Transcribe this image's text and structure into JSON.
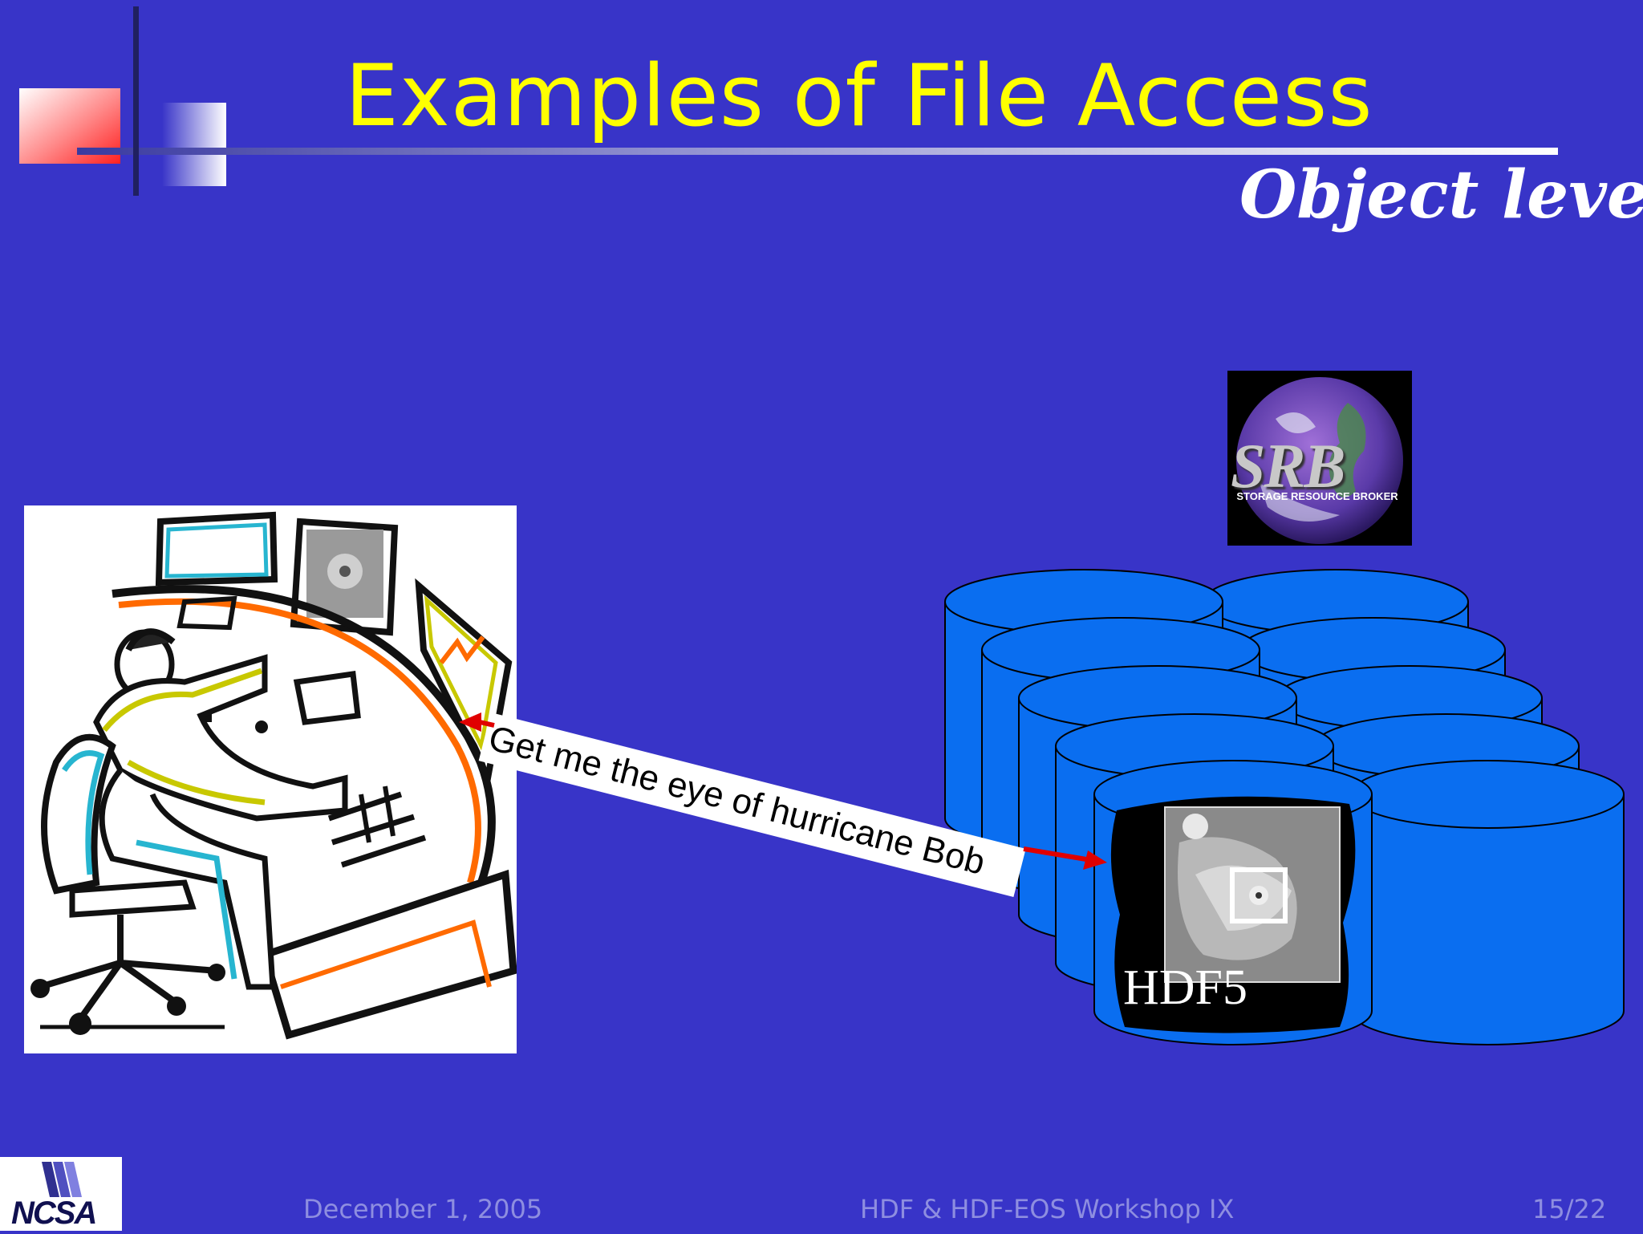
{
  "slide": {
    "title": "Examples of File Access",
    "subtitle": "Object level",
    "request_text": "Get me the eye of hurricane Bob",
    "file_label": "HDF5"
  },
  "srb_logo": {
    "text": "SRB",
    "caption": "STORAGE RESOURCE BROKER"
  },
  "ncsa_logo": {
    "text": "NCSA"
  },
  "footer": {
    "date": "December 1, 2005",
    "workshop": "HDF & HDF-EOS Workshop IX",
    "page": "15/22"
  },
  "colors": {
    "background": "#3834c8",
    "title": "#ffff00",
    "footer_text": "#8e8ee0",
    "disk": "#0a6ef0",
    "arrow": "#e00000"
  }
}
